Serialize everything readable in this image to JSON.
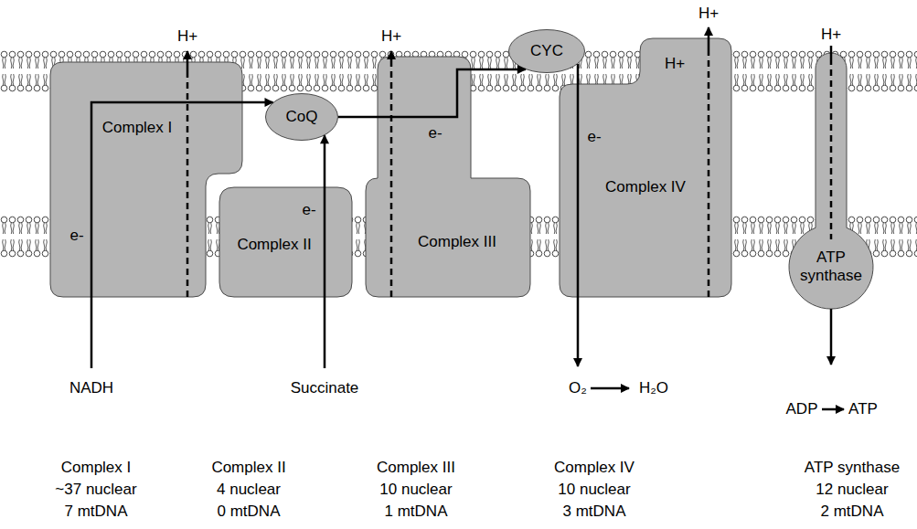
{
  "diagram": {
    "nodes": [
      {
        "text": [
          "Complex I"
        ]
      },
      {
        "text": [
          "CoQ"
        ]
      },
      {
        "text": [
          "Complex II"
        ]
      },
      {
        "text": [
          "Complex III"
        ]
      },
      {
        "text": [
          "CYC"
        ]
      },
      {
        "text": [
          "Complex IV"
        ]
      },
      {
        "text": [
          "ATP synthase"
        ]
      }
    ],
    "edges": [
      {
        "from": 0,
        "to": 1,
        "arrow": "to"
      },
      {
        "from": 2,
        "to": 1,
        "arrow": "to"
      },
      {
        "from": 1,
        "to": 3,
        "arrow": "none"
      },
      {
        "from": 3,
        "to": 4,
        "arrow": "to"
      },
      {
        "from": 4,
        "to": 5,
        "arrow": "none"
      }
    ],
    "labels": [
      "H+",
      "H+",
      "H+",
      "H+",
      "H+",
      "e-",
      "e-",
      "e-",
      "e-",
      "NADH",
      "Succinate",
      "O₂",
      "H₂O",
      "ADP",
      "ATP",
      "Complex I",
      "~37 nuclear",
      "7 mtDNA",
      "Complex II",
      "4 nuclear",
      "0 mtDNA",
      "Complex III",
      "10 nuclear",
      "1 mtDNA",
      "Complex IV",
      "10 nuclear",
      "3 mtDNA",
      "ATP synthase",
      "12 nuclear",
      "2 mtDNA"
    ]
  }
}
